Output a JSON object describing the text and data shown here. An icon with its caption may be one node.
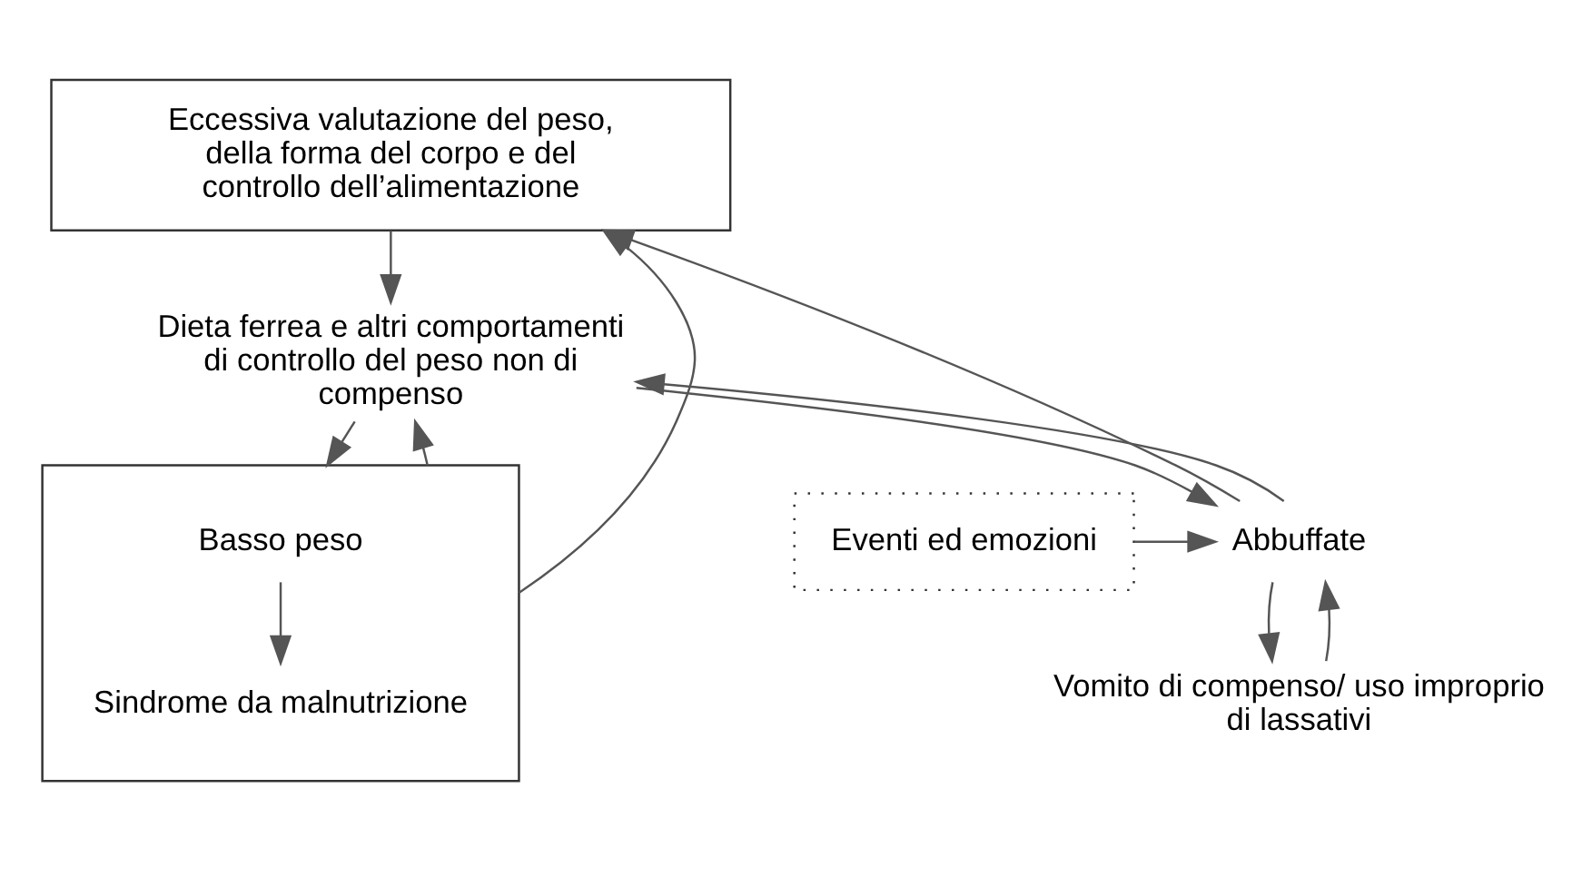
{
  "diagram": {
    "nodes": [
      {
        "text": [
          "Eccessiva valutazione del peso, della forma del corpo e del controllo dell’alimentazione"
        ]
      },
      {
        "text": [
          "Dieta ferrea e altri comportamenti di controllo del peso non di compenso"
        ]
      },
      {
        "text": [
          "Eventi ed emozioni"
        ]
      },
      {
        "text": [
          "Abbuffate"
        ]
      },
      {
        "text": [],
        "shape": "box"
      },
      {
        "text": [
          "Basso peso"
        ],
        "in": 4
      },
      {
        "text": [
          "Sindrome da malnutrizione"
        ],
        "in": 4
      },
      {
        "text": [
          "Vomito di compenso/ uso improprio di lassativi"
        ]
      }
    ],
    "edges": [
      {
        "from": 0,
        "to": 1,
        "arrow": "to"
      },
      {
        "from": 1,
        "to": 3,
        "arrow": "to"
      },
      {
        "from": 1,
        "to": 4,
        "arrow": "to"
      },
      {
        "from": 2,
        "to": 3,
        "arrow": "to"
      },
      {
        "from": 3,
        "to": 0,
        "arrow": "to"
      },
      {
        "from": 3,
        "to": 1,
        "arrow": "to"
      },
      {
        "from": 3,
        "to": 7,
        "arrow": "to"
      },
      {
        "from": 7,
        "to": 3,
        "arrow": "to"
      },
      {
        "from": 5,
        "to": 6,
        "arrow": "to"
      },
      {
        "from": 4,
        "to": 0,
        "arrow": "to"
      },
      {
        "from": 4,
        "to": 1,
        "arrow": "to"
      }
    ]
  }
}
